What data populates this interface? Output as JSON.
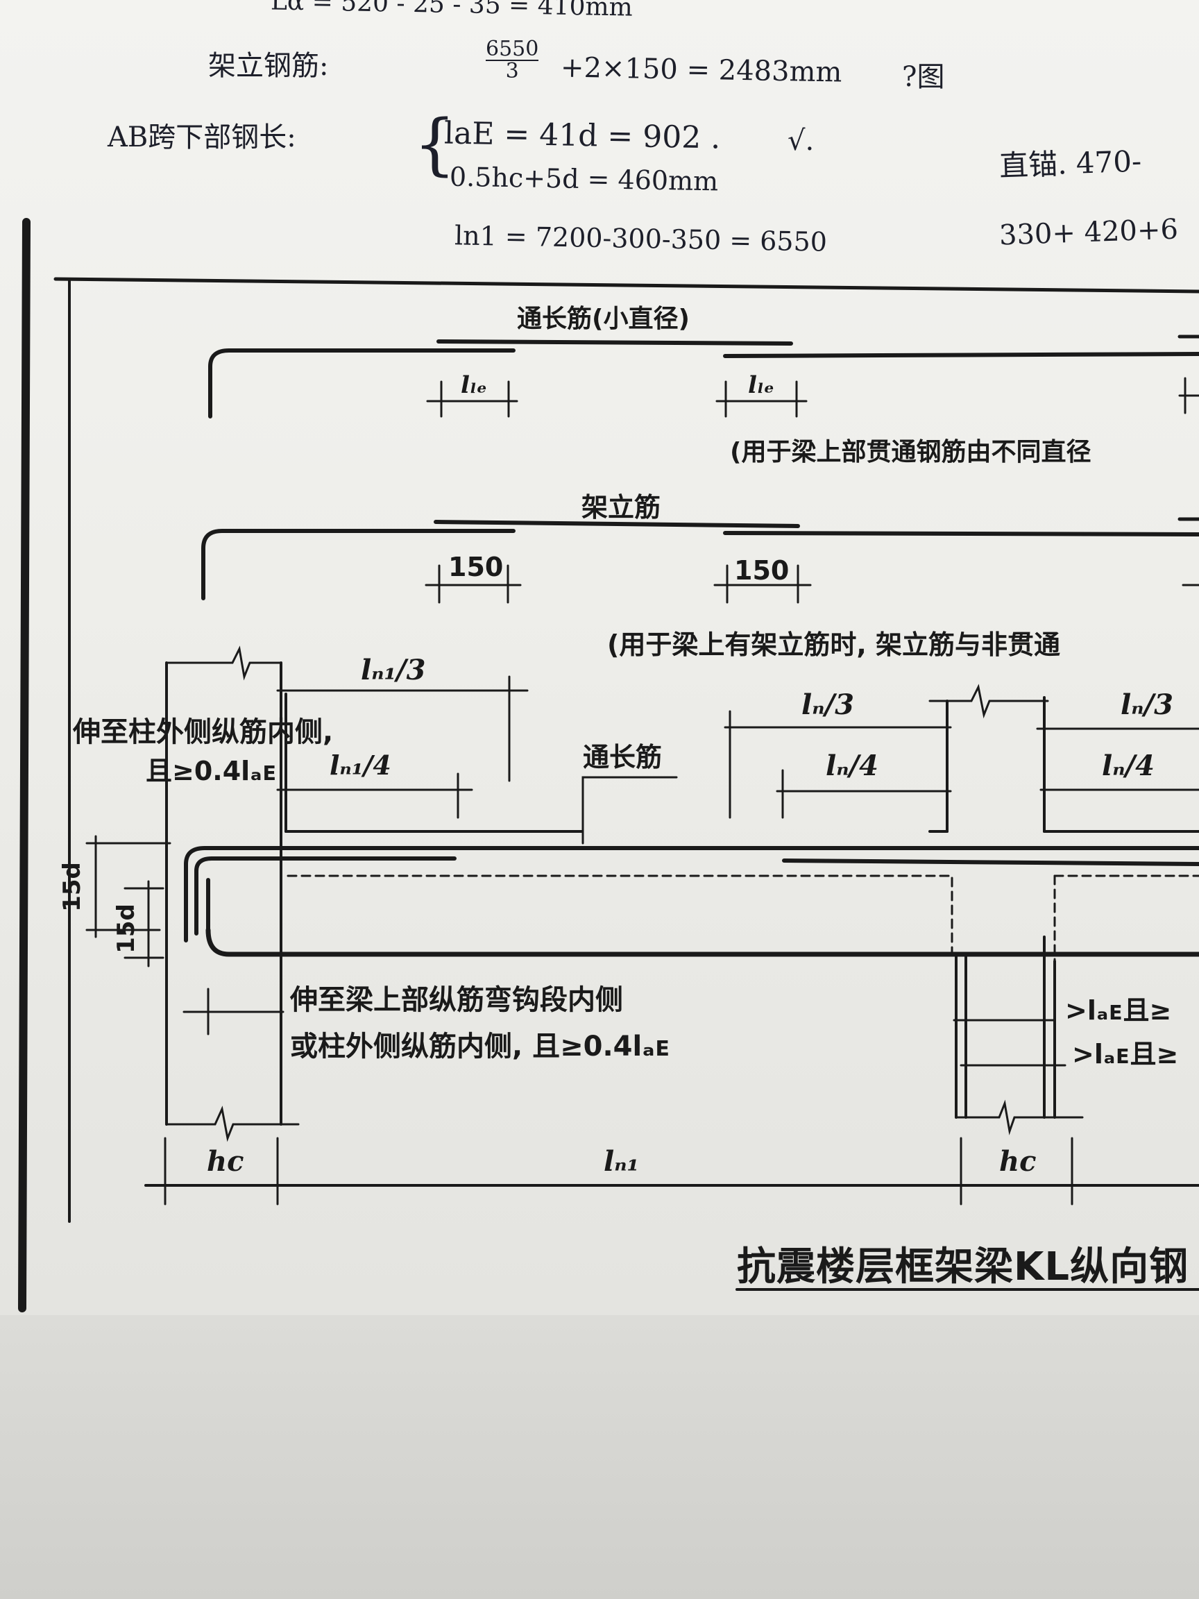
{
  "handwritten": {
    "line0": "Lα = 520 - 25 - 35 = 410mm",
    "line1_label": "架立钢筋:",
    "line1_frac_num": "6550",
    "line1_frac_den": "3",
    "line1_rest": "+2×150 = 2483mm",
    "line1_note": "?图",
    "line2_label": "AB跨下部钢长:",
    "line2_a": "laE = 41d = 902 .",
    "line2_check": "√.",
    "line2_b": "0.5hc+5d = 460mm",
    "line3": "ln1 = 7200-300-350 = 6550",
    "right1": "直锚. 470-",
    "right2": "330+ 420+6"
  },
  "diagram": {
    "top_bar_label": "通长筋(小直径)",
    "lle_left": "lₗₑ",
    "lle_right": "lₗₑ",
    "note_top": "(用于梁上部贯通钢筋由不同直径",
    "erect_label": "架立筋",
    "dim_150_left": "150",
    "dim_150_right": "150",
    "note_erect": "(用于梁上有架立筋时, 架立筋与非贯通",
    "ln1_third": "lₙ₁/3",
    "ln1_quarter": "lₙ₁/4",
    "ln_third": "lₙ/3",
    "ln_quarter": "lₙ/4",
    "ln_third_r": "lₙ/3",
    "ln_quarter_r": "lₙ/4",
    "left_note_1": "伸至柱外侧纵筋内侧,",
    "left_note_2": "且≥0.4lₐᴇ",
    "through_bar": "通长筋",
    "dim_15d_outer": "15d",
    "dim_15d_inner": "15d",
    "bottom_note_1": "伸至梁上部纵筋弯钩段内侧",
    "bottom_note_2": "或柱外侧纵筋内侧, 且≥0.4lₐᴇ",
    "right_req_1": ">lₐᴇ且≥",
    "right_req_2": ">lₐᴇ且≥",
    "hc_left": "hc",
    "ln1_span": "lₙ₁",
    "hc_right": "hc",
    "title": "抗震楼层框架梁KL纵向钢"
  },
  "colors": {
    "ink": "#1a1a1a",
    "pencil": "#1d1f2a",
    "paper": "#f0f0ed"
  }
}
